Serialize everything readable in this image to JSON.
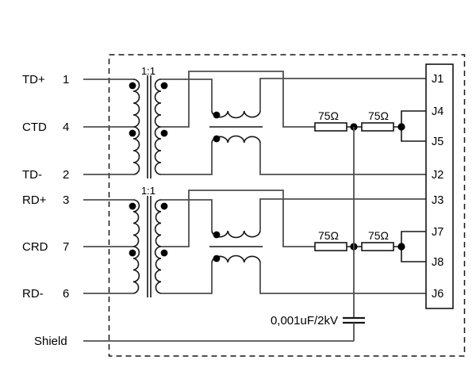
{
  "schematic": {
    "left_pins": [
      {
        "label": "TD+",
        "pin": "1"
      },
      {
        "label": "CTD",
        "pin": "4"
      },
      {
        "label": "TD-",
        "pin": "2"
      },
      {
        "label": "RD+",
        "pin": "3"
      },
      {
        "label": "CRD",
        "pin": "7"
      },
      {
        "label": "RD-",
        "pin": "6"
      }
    ],
    "shield_label": "Shield",
    "transformers": [
      {
        "ratio": "1:1"
      },
      {
        "ratio": "1:1"
      }
    ],
    "resistors": [
      {
        "value": "75Ω"
      },
      {
        "value": "75Ω"
      },
      {
        "value": "75Ω"
      },
      {
        "value": "75Ω"
      }
    ],
    "capacitor": {
      "value": "0,001uF/2kV"
    },
    "right_pins": [
      {
        "label": "J1"
      },
      {
        "label": "J4"
      },
      {
        "label": "J5"
      },
      {
        "label": "J2"
      },
      {
        "label": "J3"
      },
      {
        "label": "J7"
      },
      {
        "label": "J8"
      },
      {
        "label": "J6"
      }
    ],
    "colors": {
      "wire": "#4f4f4f",
      "component": "#161616",
      "text": "#000000",
      "background": "#ffffff"
    }
  }
}
